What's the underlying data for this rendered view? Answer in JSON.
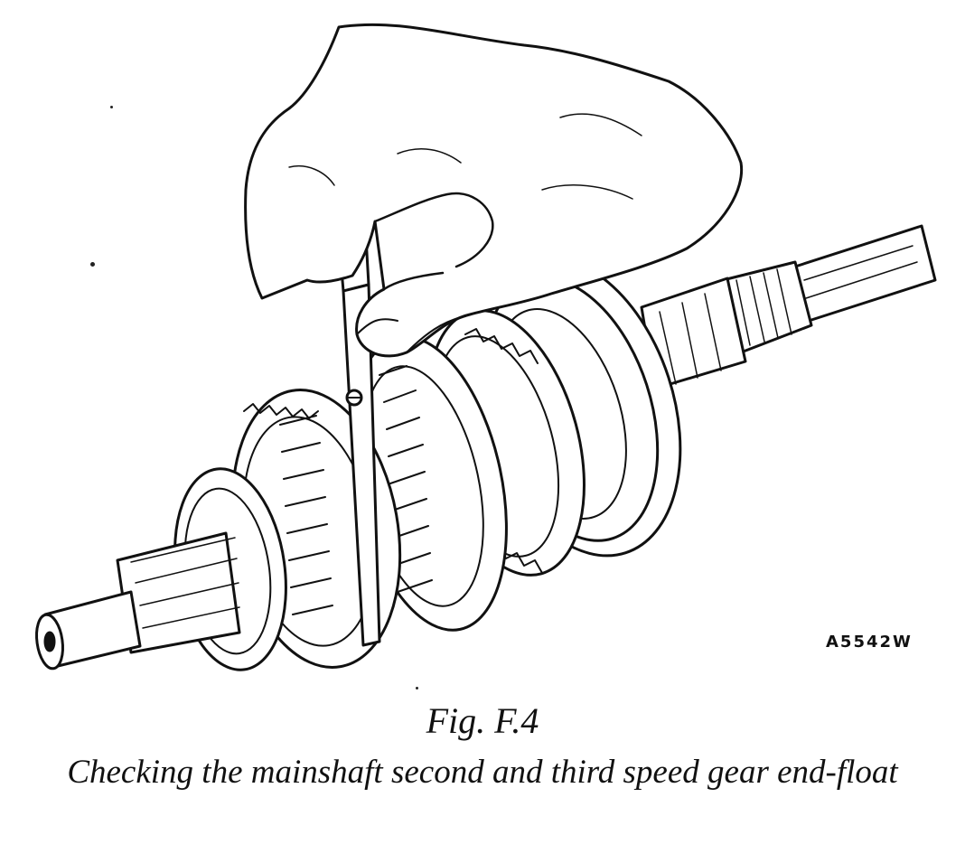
{
  "figure": {
    "reference_code": "A5542W",
    "number_label": "Fig. F.4",
    "caption": "Checking the mainshaft second and third speed gear end-float"
  },
  "illustration": {
    "line_color": "#111111",
    "paper_color": "#ffffff"
  }
}
